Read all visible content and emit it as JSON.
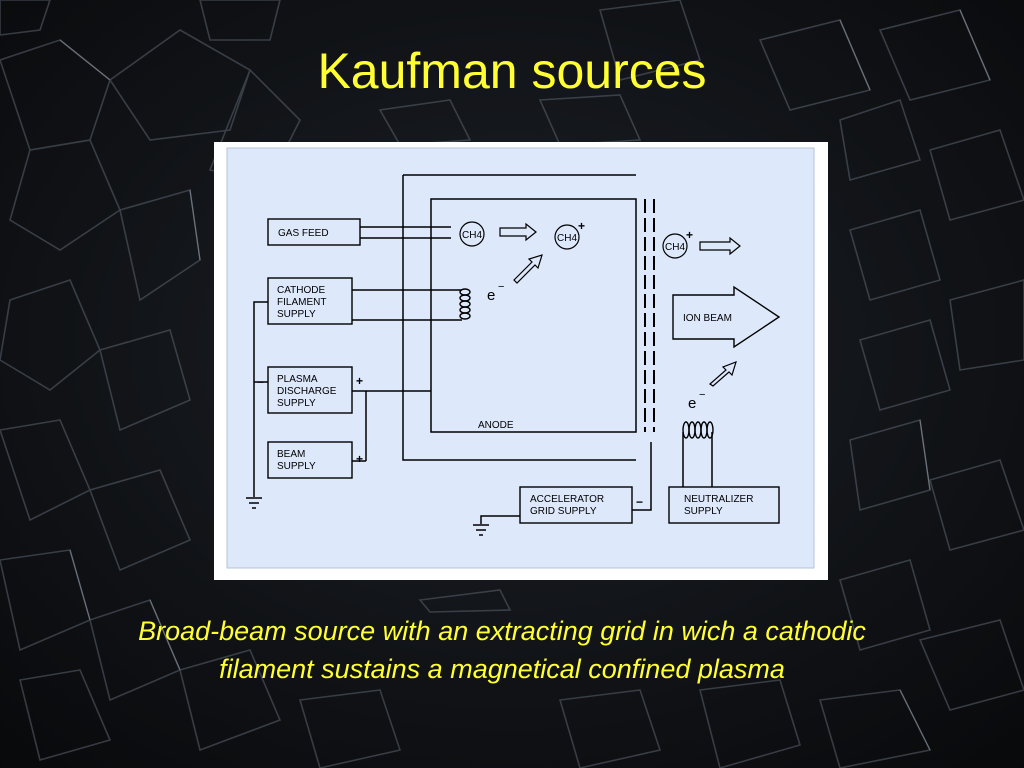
{
  "slide": {
    "title": "Kaufman sources",
    "caption": "Broad-beam source with an extracting grid in wich a cathodic filament sustains a magnetical confined plasma"
  },
  "diagram": {
    "supplies": {
      "gas_feed": [
        "GAS FEED"
      ],
      "cathode_filament_supply": [
        "CATHODE",
        "FILAMENT",
        "SUPPLY"
      ],
      "plasma_discharge_supply": [
        "PLASMA",
        "DISCHARGE",
        "SUPPLY"
      ],
      "beam_supply": [
        "BEAM",
        "SUPPLY"
      ],
      "accelerator_grid_supply": [
        "ACCELERATOR",
        "GRID SUPPLY"
      ],
      "neutralizer_supply": [
        "NEUTRALIZER",
        "SUPPLY"
      ]
    },
    "species": {
      "methane": "CH4",
      "ion_charge": "+",
      "electron": "e",
      "electron_charge": "−"
    },
    "anode_label": "ANODE",
    "ion_beam_label": "ION BEAM",
    "polarity": {
      "plus": "+",
      "minus": "−"
    }
  },
  "colors": {
    "slide_background": "#111316",
    "title_text": "#ffff33",
    "diagram_background": "#dde8fb",
    "diagram_frame": "#ffffff",
    "line": "#000000"
  }
}
